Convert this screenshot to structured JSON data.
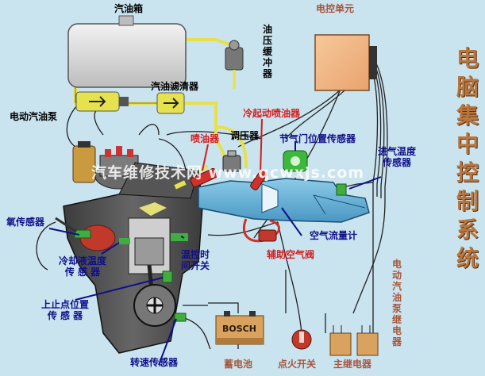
{
  "title_chars": [
    "电",
    "脑",
    "集",
    "中",
    "控",
    "制",
    "系",
    "统"
  ],
  "labels": {
    "fuel_tank": "汽油箱",
    "ecu": "电控单元",
    "pressure_damper": "油压缓冲器",
    "fuel_filter": "汽油滤清器",
    "electric_pump": "电动汽油泵",
    "cold_start_injector": "冷起动喷油器",
    "injector": "喷油器",
    "regulator": "调压器",
    "throttle_sensor": "节气门位置传感器",
    "intake_temp_line1": "进气温度",
    "intake_temp_line2": "传感器",
    "oxygen_sensor": "氧传感器",
    "coolant_line1": "冷却液温度",
    "coolant_line2": "传 感 器",
    "thermo_time_line1": "温控时",
    "thermo_time_line2": "间开关",
    "air_flow_meter": "空气流量计",
    "aux_air_valve": "辅助空气阀",
    "tdc_line1": "上止点位置",
    "tdc_line2": "传 感 器",
    "pump_relay": "电动汽油泵继电器",
    "speed_sensor": "转速传感器",
    "battery": "蓄电池",
    "battery_brand": "BOSCH",
    "ignition_switch": "点火开关",
    "main_relay": "主继电器"
  },
  "watermark": "汽车维修技术网 www.qcwxjs.com",
  "colors": {
    "background": "#c9e3ef",
    "title": "#b9773d",
    "red_label": "#d21e1e",
    "blue_label": "#10108a",
    "brown_label": "#a8563a",
    "engine_gray": "#4a4a4a",
    "fuel_line": "#e8e04a",
    "intake_blue": "#6fb4d8"
  }
}
